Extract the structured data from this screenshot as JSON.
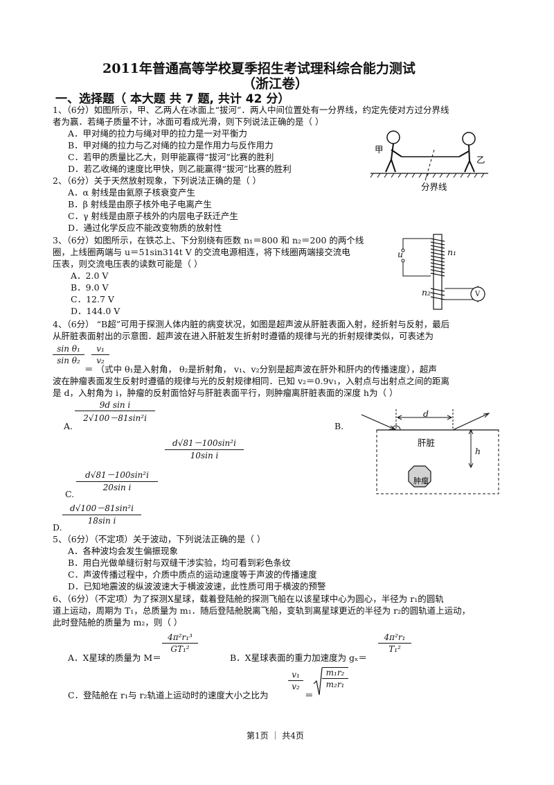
{
  "title_line1": "2011年普通高等学校夏季招生考试理科综合能力测试",
  "title_line2": "（浙江卷）",
  "section": "一、选择题（ 本大题 共 7  题, 共计 42  分）",
  "q1": {
    "stem1": "1、（6分）如图所示，甲、乙两人在冰面上“拔河”．两人中间位置处有一分界线，约定先使对方过分界线",
    "stem2": "者为赢．若绳子质量不计，冰面可看成光滑，则下列说法正确的是（      ）",
    "a": "A．甲对绳的拉力与绳对甲的拉力是一对平衡力",
    "b": "B．甲对绳的拉力与乙对绳的拉力是作用力与反作用力",
    "c": "C．若甲的质量比乙大，则甲能赢得“拔河”比赛的胜利",
    "d": "D．若乙收绳的速度比甲快，则乙能赢得“拔河”比赛的胜利",
    "fig_left": "甲",
    "fig_right": "乙",
    "fig_line": "分界线"
  },
  "q2": {
    "stem": "2、（6分）关于天然放射现象，下列说法正确的是（      ）",
    "a": "A．α 射线是由氦原子核衰变产生",
    "b": "B．β 射线是由原子核外电子电离产生",
    "c": "C．γ 射线是由原子核外的内层电子跃迁产生",
    "d": "D．通过化学反应不能改变物质的放射性"
  },
  "q3": {
    "stem1": "3、（6分）如图所示，在铁芯上、下分别绕有匝数 n₁＝800 和 n₂＝200 的两个线",
    "stem2": "圈，上线圈两端与 u＝51sin314t V 的交流电源相连，将下线圈两端接交流电",
    "stem3": "压表，则交流电压表的读数可能是（      ）",
    "a": "A．2.0 V",
    "b": "B．9.0 V",
    "c": "C．12.7 V",
    "d": "D．144.0 V",
    "fig_u": "u",
    "fig_n1": "n₁",
    "fig_n2": "n₂",
    "fig_v": "V"
  },
  "q4": {
    "stem1": "4、（6分）  “B超”可用于探测人体内脏的病变状况，如图是超声波从肝脏表面入射，经折射与反射，最后",
    "stem2": "从肝脏表面射出的示意图．超声波在进入肝脏发生折射时遵循的规律与光的折射规律类似，可表述为",
    "frac_num_left": "sin θ₁",
    "frac_den_left": "sin θ₂",
    "frac_num_right": "v₁",
    "frac_den_right": "v₂",
    "stem3": "＝      （式中 θ₁是入射角， θ₂是折射角， v₁、v₂分别是超声波在肝外和肝内的传播速度），超声",
    "stem4": "波在肿瘤表面发生反射时遵循的规律与光的反射规律相同．已知 v₂＝0.9v₁，入射点与出射点之间的距离",
    "stem5": "是 d，入射角为 i，肿瘤的反射面恰好与肝脏表面平行，则肿瘤离肝脏表面的深度 h为（      ）",
    "a_label": "A.",
    "a_num": "9d sin i",
    "a_den": "2√100－81sin²i",
    "b_label": "B.",
    "b_num": "d√81－100sin²i",
    "b_den": "10sin i",
    "c_label": "C.",
    "c_num": "d√81－100sin²i",
    "c_den": "20sin i",
    "d_label": "D.",
    "d_num": "d√100－81sin²i",
    "d_den": "18sin i",
    "fig_d": "d",
    "fig_liver": "肝脏",
    "fig_h": "h",
    "fig_tumor": "肿瘤"
  },
  "q5": {
    "stem": "5、（6分）（不定项）关于波动，下列说法正确的是（      ）",
    "a": "A．各种波均会发生偏振现象",
    "b": "B．用白光做单缝衍射与双缝干涉实验，均可看到彩色条纹",
    "c": "C．声波传播过程中，介质中质点的运动速度等于声波的传播速度",
    "d": "D．已知地震波的纵波波速大于横波波速，此性质可用于横波的预警"
  },
  "q6": {
    "stem1": "6、（6分）（不定项）为了探测X星球，载着登陆舱的探测飞船在以该星球中心为圆心，半径为 r₁的圆轨",
    "stem2": "道上运动，周期为 T₁，总质量为 m₁．随后登陆舱脱离飞船，变轨到离星球更近的半径为 r₂的圆轨道上运动，",
    "stem3": "此时登陆舱的质量为 m₂，则（      ）",
    "a": "A．X星球的质量为 M＝",
    "a_num": "4π²r₁³",
    "a_den": "GT₁²",
    "b": "B．X星球表面的重力加速度为 gₓ＝",
    "b_num": "4π²r₁",
    "b_den": "T₁²",
    "c": "C．登陆舱在 r₁与 r₂轨道上运动时的速度大小之比为",
    "c_num": "v₁",
    "c_den": "v₂",
    "c_eq": "＝",
    "c_root_num": "m₁r₂",
    "c_root_den": "m₂r₁"
  },
  "footer": "第1页 ｜ 共4页"
}
